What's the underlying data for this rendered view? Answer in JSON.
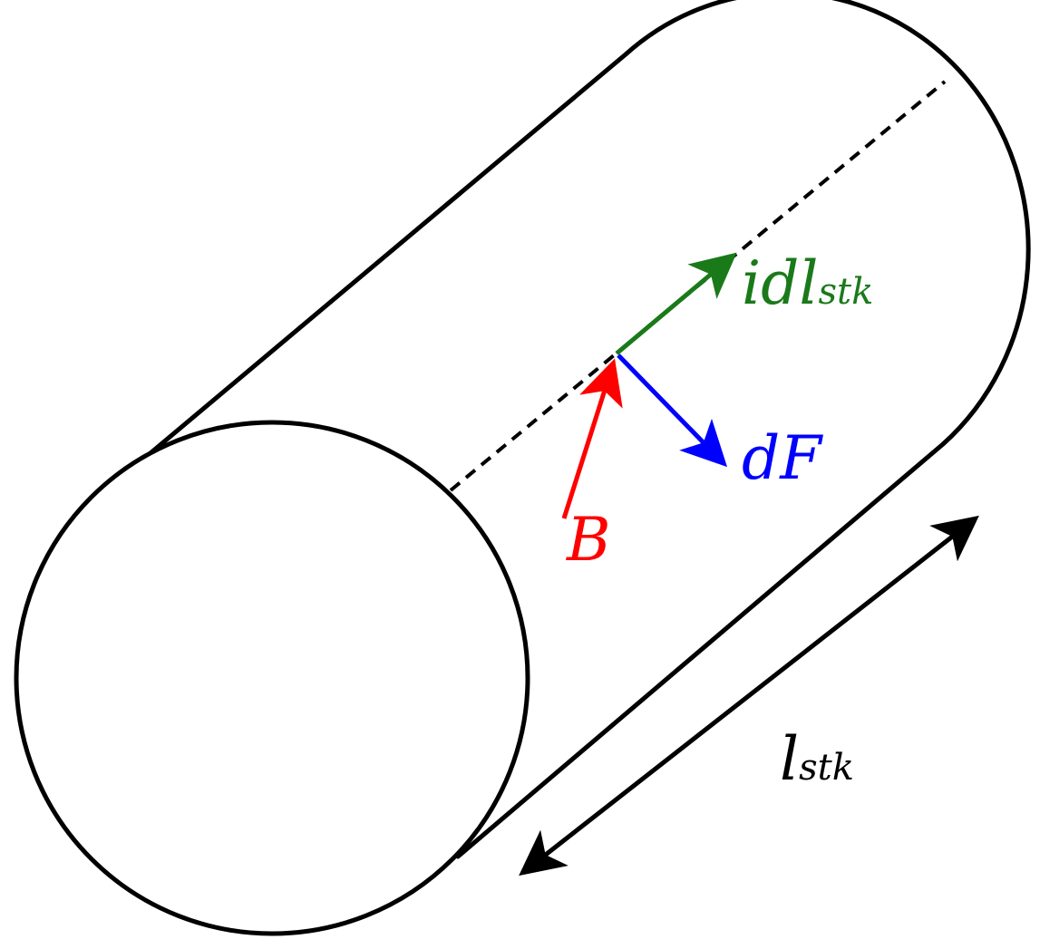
{
  "colors": {
    "outline": "#000000",
    "current": "#1a7a1a",
    "force": "#0000ff",
    "field": "#ff0000",
    "length": "#000000"
  },
  "labels": {
    "current": {
      "main": "idl",
      "sub": "stk"
    },
    "force": {
      "main": "dF"
    },
    "field": {
      "main": "B"
    },
    "length": {
      "main": "l",
      "sub": "stk"
    }
  }
}
